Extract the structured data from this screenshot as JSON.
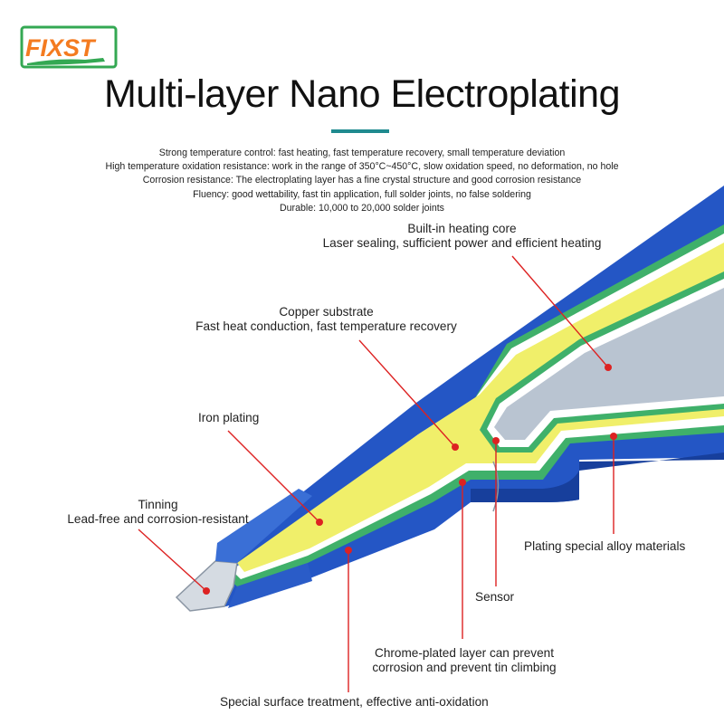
{
  "logo": {
    "text": "FIXST"
  },
  "title": "Multi-layer Nano Electroplating",
  "features": [
    "Strong temperature control: fast heating, fast temperature recovery, small temperature deviation",
    "High temperature oxidation resistance: work in the range of 350°C~450°C, slow oxidation speed, no deformation, no hole",
    "Corrosion resistance: The electroplating layer has a fine crystal structure and good corrosion resistance",
    "Fluency: good wettability, fast tin application, full solder joints, no false soldering",
    "Durable: 10,000 to 20,000 solder joints"
  ],
  "labels": {
    "heating_core": {
      "line1": "Built-in heating core",
      "line2": "Laser sealing, sufficient power and efficient heating"
    },
    "copper": {
      "line1": "Copper substrate",
      "line2": "Fast heat conduction, fast temperature recovery"
    },
    "iron": {
      "line1": "Iron plating"
    },
    "tinning": {
      "line1": "Tinning",
      "line2": "Lead-free and corrosion-resistant"
    },
    "alloy": {
      "line1": "Plating special alloy materials"
    },
    "sensor": {
      "line1": "Sensor"
    },
    "chrome": {
      "line1": "Chrome-plated layer can prevent",
      "line2": "corrosion and prevent tin climbing"
    },
    "surface": {
      "line1": "Special surface treatment, effective anti-oxidation"
    }
  },
  "colors": {
    "outer_blue": "#2456c5",
    "dark_blue": "#173f9c",
    "green": "#3fb06a",
    "yellow": "#f0ef6a",
    "core_gray": "#b9c4d1",
    "tin_silver": "#d5dbe2",
    "leader_red": "#dd2222",
    "accent_teal": "#1f8a8f"
  }
}
